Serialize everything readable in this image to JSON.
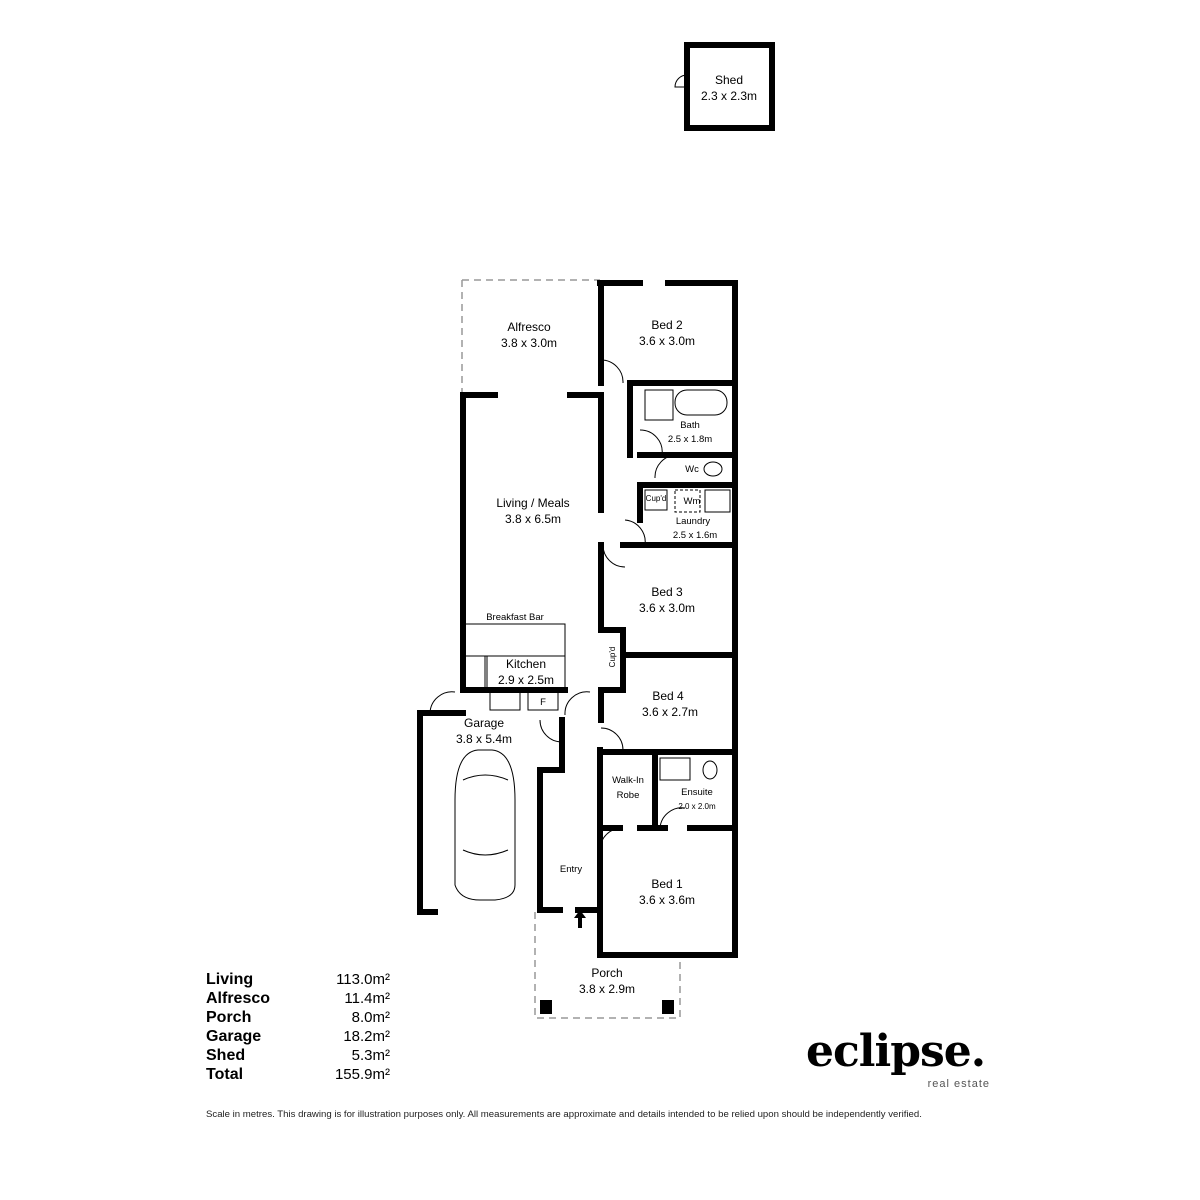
{
  "rooms": {
    "shed": {
      "name": "Shed",
      "size": "2.3 x 2.3m"
    },
    "alfresco": {
      "name": "Alfresco",
      "size": "3.8 x 3.0m"
    },
    "bed2": {
      "name": "Bed 2",
      "size": "3.6 x 3.0m"
    },
    "bath": {
      "name": "Bath",
      "size": "2.5 x 1.8m"
    },
    "wc": {
      "name": "Wc"
    },
    "cupd1": {
      "name": "Cup'd"
    },
    "wm": {
      "name": "Wm"
    },
    "laundry": {
      "name": "Laundry",
      "size": "2.5 x 1.6m"
    },
    "living": {
      "name": "Living / Meals",
      "size": "3.8 x 6.5m"
    },
    "bed3": {
      "name": "Bed 3",
      "size": "3.6 x 3.0m"
    },
    "breakfast_bar": {
      "name": "Breakfast Bar"
    },
    "cupd2": {
      "name": "Cup'd"
    },
    "kitchen": {
      "name": "Kitchen",
      "size": "2.9 x 2.5m"
    },
    "fridge": {
      "name": "F"
    },
    "bed4": {
      "name": "Bed 4",
      "size": "3.6 x 2.7m"
    },
    "garage": {
      "name": "Garage",
      "size": "3.8 x 5.4m"
    },
    "walkin": {
      "name": "Walk-In",
      "name2": "Robe"
    },
    "ensuite": {
      "name": "Ensuite",
      "size": "2.0 x 2.0m"
    },
    "entry": {
      "name": "Entry"
    },
    "bed1": {
      "name": "Bed 1",
      "size": "3.6 x 3.6m"
    },
    "porch": {
      "name": "Porch",
      "size": "3.8 x 2.9m"
    }
  },
  "areas": [
    {
      "label": "Living",
      "value": "113.0m²"
    },
    {
      "label": "Alfresco",
      "value": "11.4m²"
    },
    {
      "label": "Porch",
      "value": "8.0m²"
    },
    {
      "label": "Garage",
      "value": "18.2m²"
    },
    {
      "label": "Shed",
      "value": "5.3m²"
    },
    {
      "label": "Total",
      "value": "155.9m²"
    }
  ],
  "logo": {
    "word": "eclipse.",
    "sub": "real estate"
  },
  "disclaimer": "Scale in metres. This drawing is for illustration purposes only. All measurements are approximate and details intended to be relied upon should be independently verified."
}
